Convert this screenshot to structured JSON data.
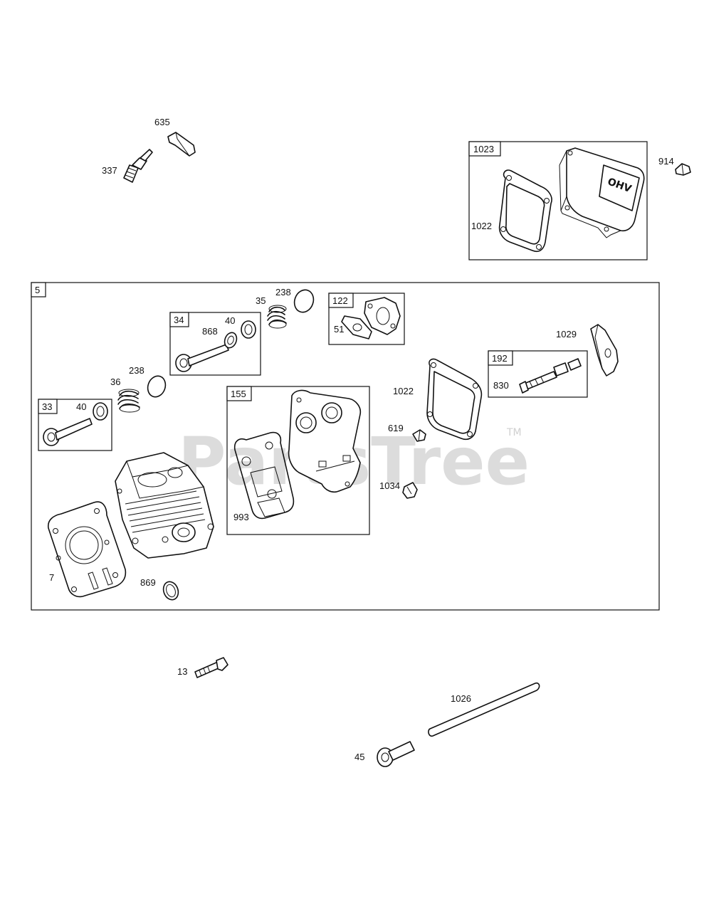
{
  "watermark": {
    "text": "PartsTree",
    "trademark": "TM"
  },
  "callouts": {
    "c635": "635",
    "c337": "337",
    "c914": "914",
    "c1022a": "1022",
    "c238a": "238",
    "c35": "35",
    "c40a": "40",
    "c868": "868",
    "c51": "51",
    "c1029": "1029",
    "c238b": "238",
    "c36": "36",
    "c40b": "40",
    "c1022b": "1022",
    "c830": "830",
    "c619": "619",
    "c1034": "1034",
    "c993": "993",
    "c7": "7",
    "c869": "869",
    "c13": "13",
    "c1026": "1026",
    "c45": "45"
  },
  "assemblies": {
    "a1023": "1023",
    "a5": "5",
    "a34": "34",
    "a122": "122",
    "a192": "192",
    "a33": "33",
    "a155": "155"
  },
  "icons": [
    "spark-plug-icon",
    "spark-plug-boot-icon",
    "valve-cover-icon",
    "gasket-icon",
    "valve-icon",
    "spring-icon",
    "cylinder-head-icon",
    "pushrod-icon",
    "bolt-icon"
  ]
}
